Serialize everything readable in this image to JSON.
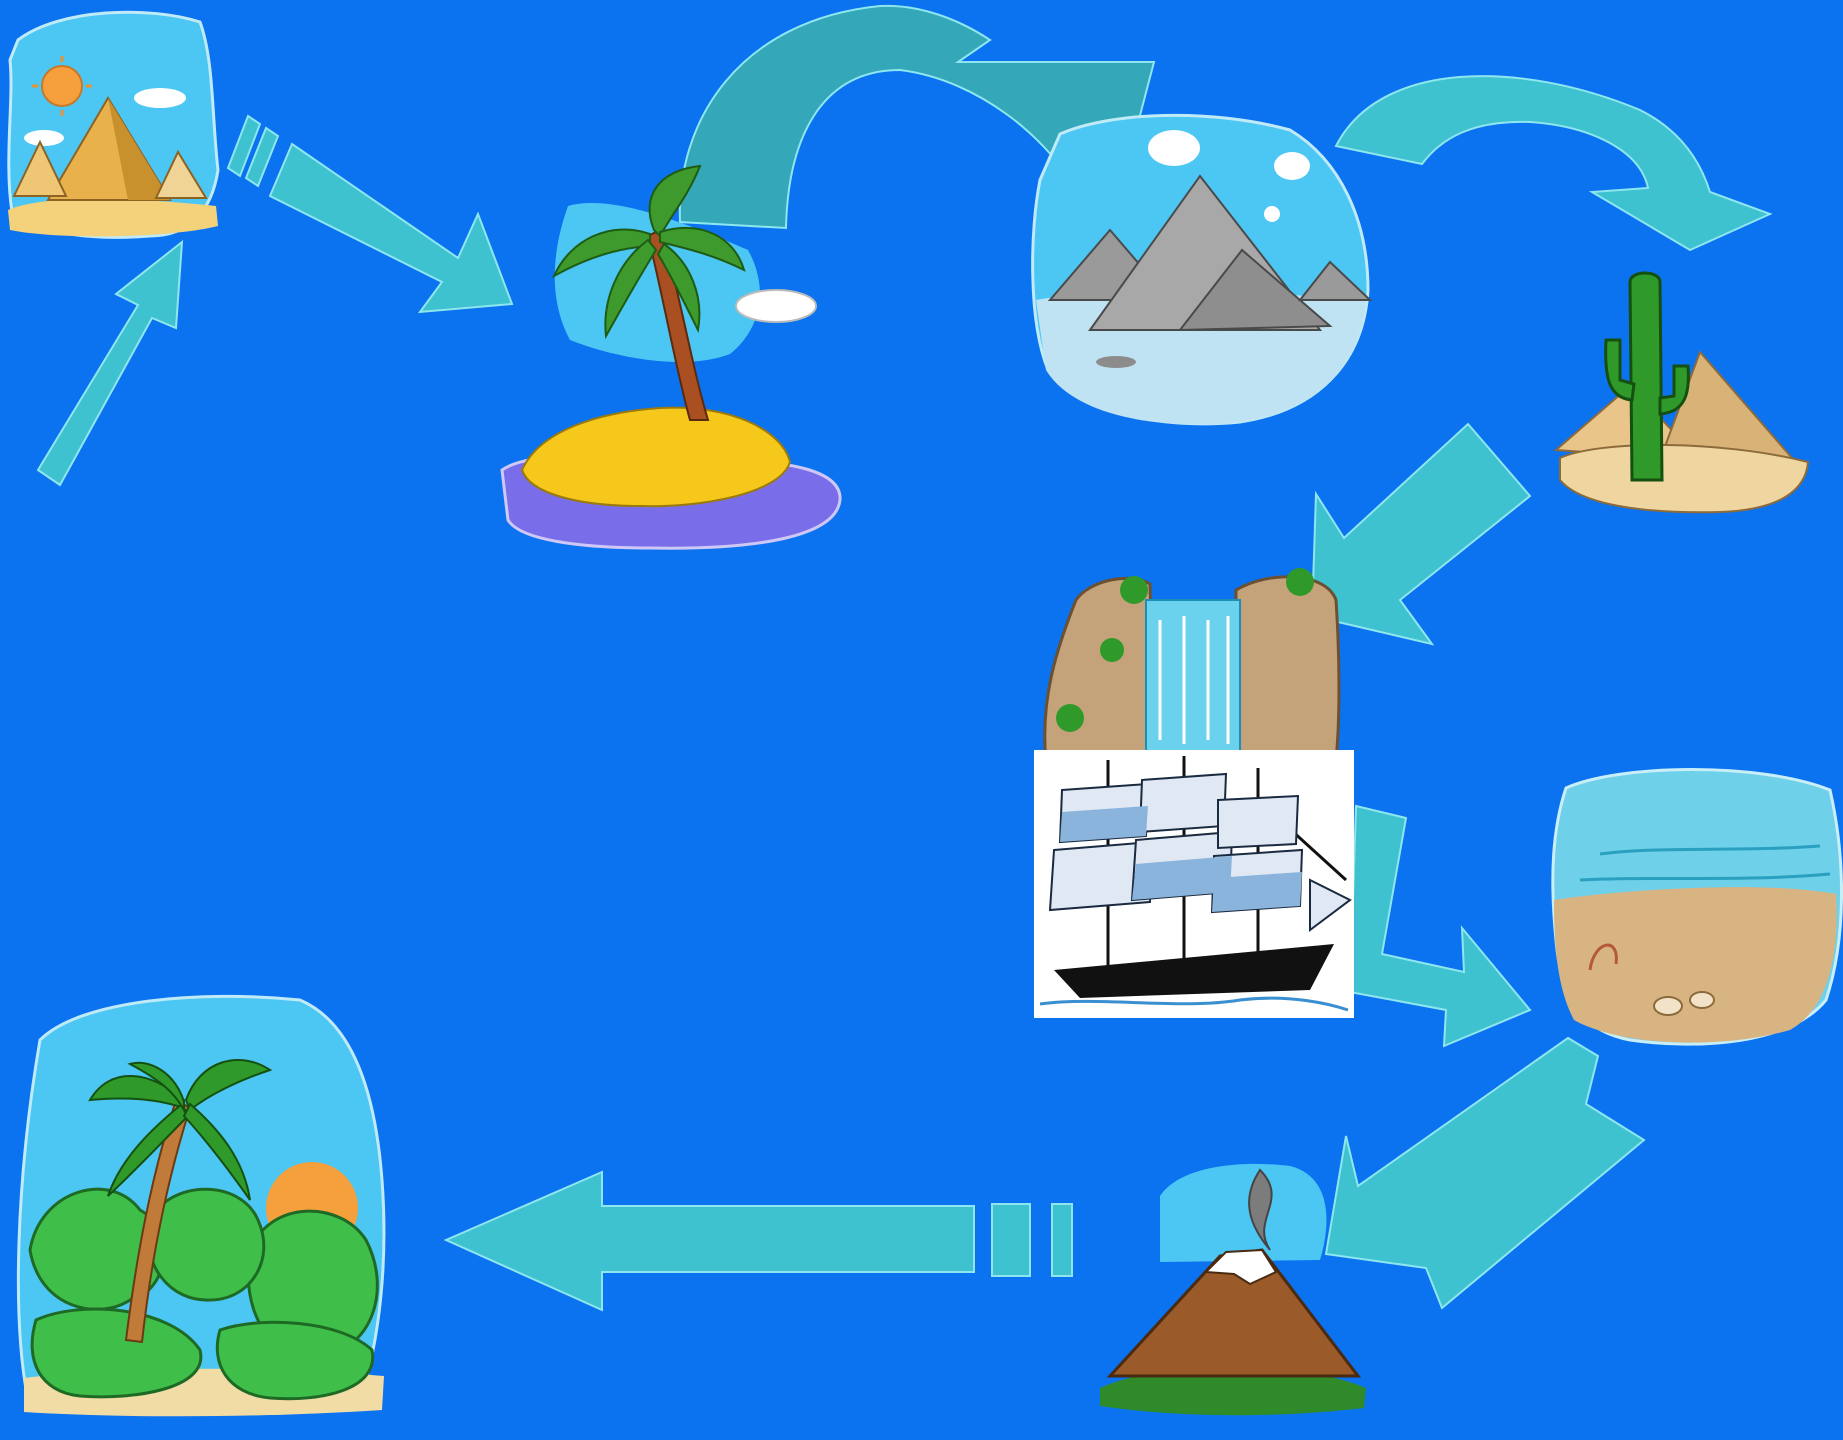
{
  "background_color": "#0b72f0",
  "arrow_color": "#3fc2cf",
  "nodes": [
    {
      "id": "pyramids",
      "icon": "pyramids-scene-icon"
    },
    {
      "id": "palm-island",
      "icon": "palm-island-icon"
    },
    {
      "id": "mountain-lake",
      "icon": "mountain-lake-icon"
    },
    {
      "id": "cactus-desert",
      "icon": "cactus-desert-icon"
    },
    {
      "id": "waterfall",
      "icon": "waterfall-icon"
    },
    {
      "id": "sailing-ship",
      "icon": "sailing-ship-icon"
    },
    {
      "id": "beach",
      "icon": "beach-icon"
    },
    {
      "id": "volcano",
      "icon": "volcano-icon"
    },
    {
      "id": "jungle",
      "icon": "jungle-icon"
    }
  ],
  "edges": [
    {
      "from": "start",
      "to": "pyramids"
    },
    {
      "from": "pyramids",
      "to": "palm-island"
    },
    {
      "from": "palm-island",
      "to": "mountain-lake"
    },
    {
      "from": "mountain-lake",
      "to": "cactus-desert"
    },
    {
      "from": "cactus-desert",
      "to": "waterfall"
    },
    {
      "from": "sailing-ship",
      "to": "beach"
    },
    {
      "from": "beach",
      "to": "volcano"
    },
    {
      "from": "volcano",
      "to": "jungle"
    }
  ]
}
